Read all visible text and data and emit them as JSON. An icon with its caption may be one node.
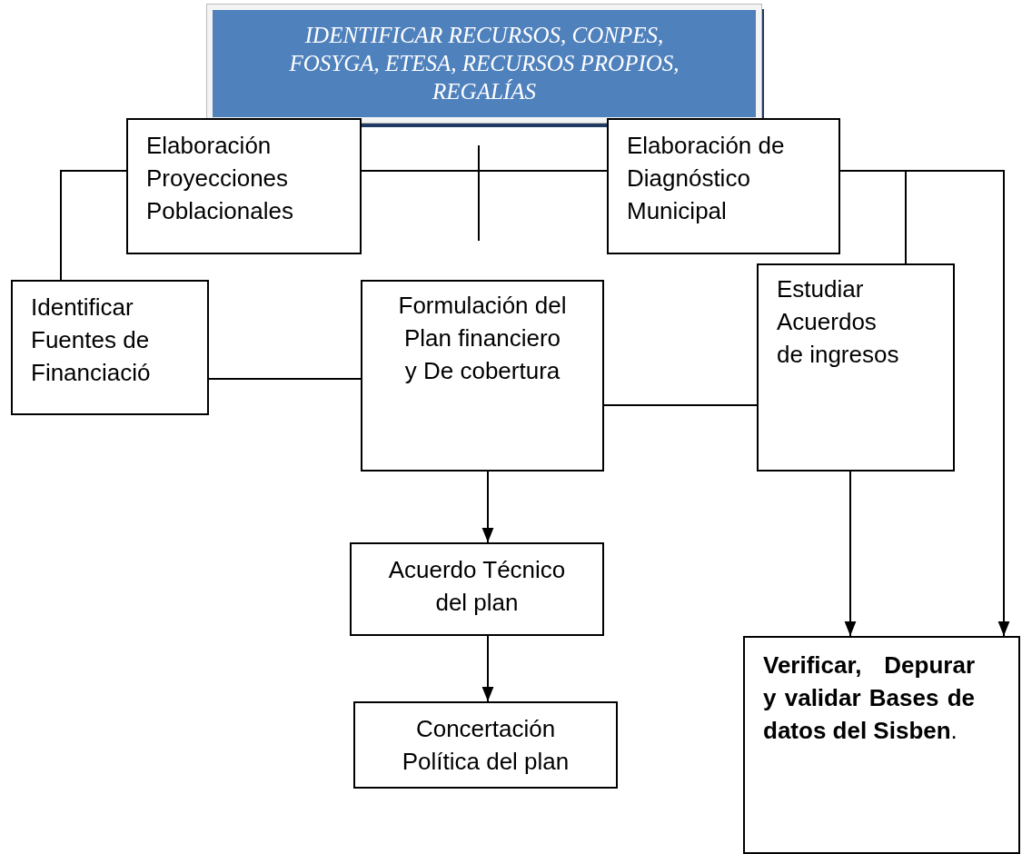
{
  "diagram": {
    "nodes": [
      {
        "text": [
          "IDENTIFICAR RECURSOS, CONPES, FOSYGA, ETESA, RECURSOS PROPIOS, REGALÍAS"
        ]
      },
      {
        "text": [
          "Elaboración Proyecciones Poblacionales"
        ]
      },
      {
        "text": [
          "Elaboración de Diagnóstico Municipal"
        ]
      },
      {
        "text": [
          "Identificar Fuentes de Financiació"
        ]
      },
      {
        "text": [
          "Formulación del Plan financiero y De cobertura"
        ]
      },
      {
        "text": [
          "Estudiar Acuerdos de ingresos"
        ]
      },
      {
        "text": [
          "Acuerdo Técnico del plan"
        ]
      },
      {
        "text": [
          "Concertación Política del plan"
        ]
      },
      {
        "text": [
          "**Verificar, Depurar y validar Bases de datos del Sisben**."
        ]
      }
    ],
    "edges": [
      {
        "from": 1,
        "to": 3,
        "arrow": "none"
      },
      {
        "from": 1,
        "to": 2,
        "arrow": "none"
      },
      {
        "from": 3,
        "to": 4,
        "arrow": "none"
      },
      {
        "from": 4,
        "to": 5,
        "arrow": "none"
      },
      {
        "from": 2,
        "to": 5,
        "arrow": "none"
      },
      {
        "from": 2,
        "to": 8,
        "arrow": "to"
      },
      {
        "from": 5,
        "to": 8,
        "arrow": "to"
      },
      {
        "from": 4,
        "to": 6,
        "arrow": "to"
      },
      {
        "from": 6,
        "to": 7,
        "arrow": "to"
      }
    ]
  }
}
